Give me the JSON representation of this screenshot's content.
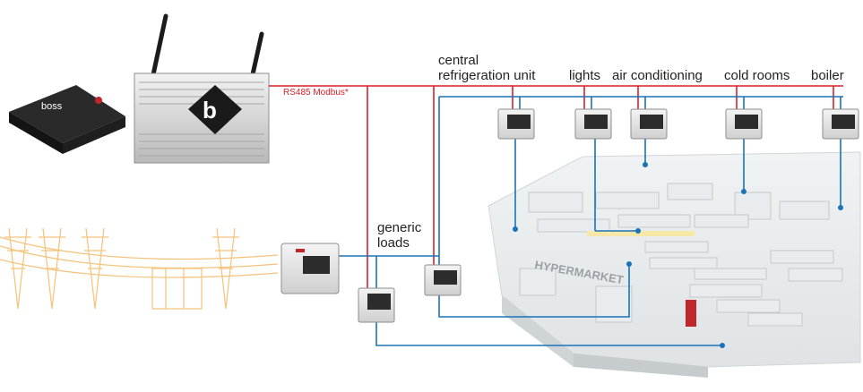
{
  "protocol_label": "RS485 Modbus*",
  "boss_brand": "boss",
  "boss_logo_letter": "b",
  "store_sign": "HYPERMARKET",
  "consumers": {
    "central_refrigeration": [
      "central",
      "refrigeration unit"
    ],
    "lights": "lights",
    "air_conditioning": "air conditioning",
    "cold_rooms": "cold rooms",
    "boiler": "boiler",
    "generic_loads": [
      "generic",
      "loads"
    ]
  },
  "colors": {
    "modbus_line": "#d9202a",
    "meter_line": "#1a73b8",
    "power_grid": "#f4c27a",
    "label_red": "#d9202a"
  }
}
